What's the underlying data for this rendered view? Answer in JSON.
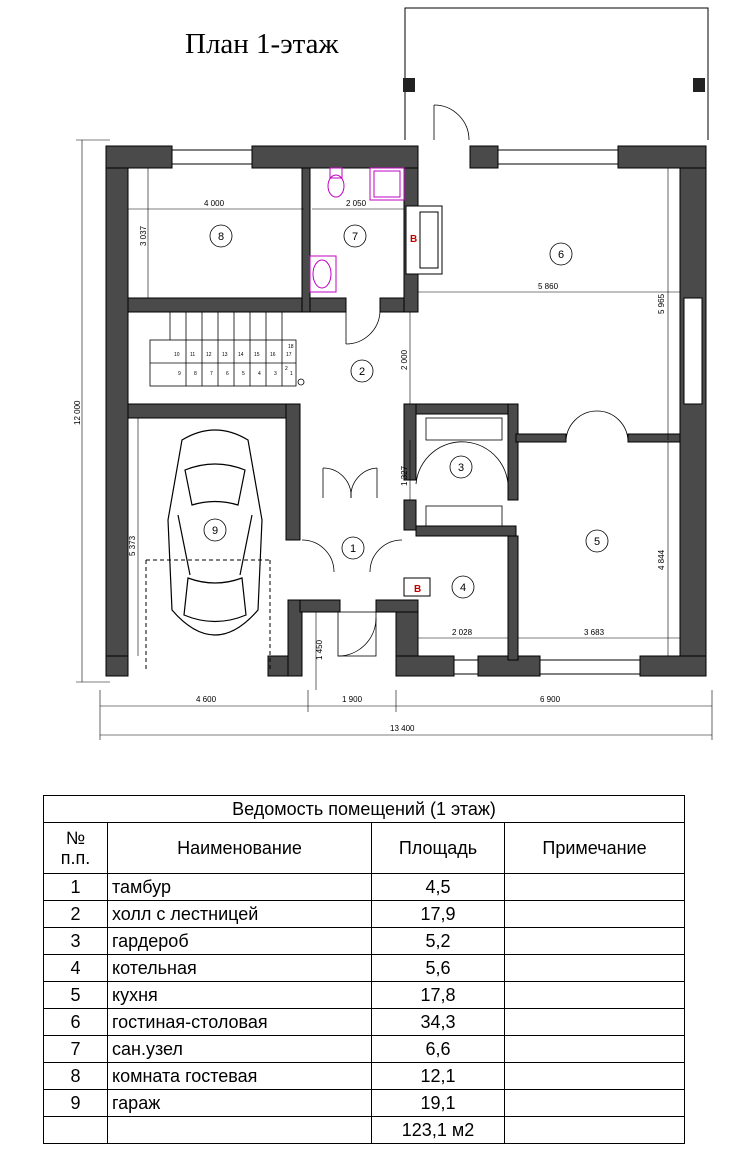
{
  "plan": {
    "title": "План 1-этаж",
    "boiler_mark": "B",
    "dimensions": {
      "overall_width": "13 400",
      "overall_height": "12 000",
      "bottom_left": "4 600",
      "bottom_middle": "1 900",
      "bottom_right": "6 900",
      "room8_width": "4 000",
      "room8_depth": "3 037",
      "room7_width": "2 050",
      "room6_width": "5 860",
      "room6_depth": "5 965",
      "hall_depth": "2 000",
      "wardrobe_depth": "1 327",
      "garage_depth": "5 373",
      "vestibule_depth": "1 450",
      "boiler_width": "2 028",
      "kitchen_width": "3 683",
      "kitchen_depth": "4 844"
    },
    "room_numbers": [
      "1",
      "2",
      "3",
      "4",
      "5",
      "6",
      "7",
      "8",
      "9"
    ],
    "stair_steps": [
      "10",
      "11",
      "12",
      "13",
      "14",
      "15",
      "16",
      "17",
      "18",
      "9",
      "8",
      "7",
      "6",
      "5",
      "4",
      "3",
      "2",
      "1"
    ]
  },
  "table": {
    "title": "Ведомость помещений (1 этаж)",
    "headers": {
      "number": "№\nп.п.",
      "name": "Наименование",
      "area": "Площадь",
      "note": "Примечание"
    },
    "rows": [
      {
        "number": "1",
        "name": "тамбур",
        "area": "4,5",
        "note": ""
      },
      {
        "number": "2",
        "name": "холл с лестницей",
        "area": "17,9",
        "note": ""
      },
      {
        "number": "3",
        "name": "гардероб",
        "area": "5,2",
        "note": ""
      },
      {
        "number": "4",
        "name": "котельная",
        "area": "5,6",
        "note": ""
      },
      {
        "number": "5",
        "name": "кухня",
        "area": "17,8",
        "note": ""
      },
      {
        "number": "6",
        "name": "гостиная-столовая",
        "area": "34,3",
        "note": ""
      },
      {
        "number": "7",
        "name": "сан.узел",
        "area": "6,6",
        "note": ""
      },
      {
        "number": "8",
        "name": "комната гостевая",
        "area": "12,1",
        "note": ""
      },
      {
        "number": "9",
        "name": "гараж",
        "area": "19,1",
        "note": ""
      }
    ],
    "total": "123,1 м2"
  }
}
